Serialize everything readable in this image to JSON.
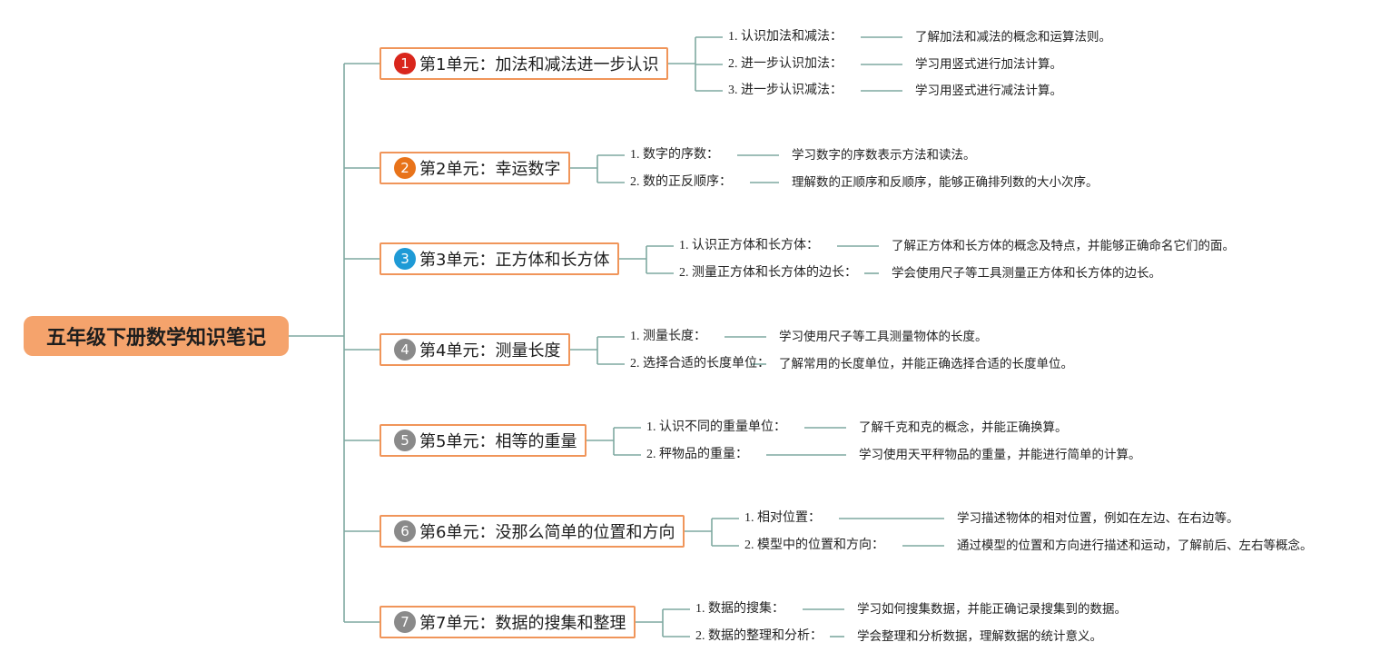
{
  "title": "五年级下册数学知识笔记",
  "colors": {
    "connector": "#7fa8a0",
    "unit_border": "#f0955a",
    "root_fill": "#f5a36c"
  },
  "units": [
    {
      "num": "1",
      "label": "第1单元：加法和减法进一步认识",
      "badge_color": "#d9261c",
      "topics": [
        {
          "name": "1. 认识加法和减法：",
          "desc": "了解加法和减法的概念和运算法则。"
        },
        {
          "name": "2. 进一步认识加法：",
          "desc": "学习用竖式进行加法计算。"
        },
        {
          "name": "3. 进一步认识减法：",
          "desc": "学习用竖式进行减法计算。"
        }
      ]
    },
    {
      "num": "2",
      "label": "第2单元：幸运数字",
      "badge_color": "#e8731a",
      "topics": [
        {
          "name": "1. 数字的序数：",
          "desc": "学习数字的序数表示方法和读法。"
        },
        {
          "name": "2. 数的正反顺序：",
          "desc": "理解数的正顺序和反顺序，能够正确排列数的大小次序。"
        }
      ]
    },
    {
      "num": "3",
      "label": "第3单元：正方体和长方体",
      "badge_color": "#1e9ad6",
      "topics": [
        {
          "name": "1. 认识正方体和长方体：",
          "desc": "了解正方体和长方体的概念及特点，并能够正确命名它们的面。"
        },
        {
          "name": "2. 测量正方体和长方体的边长：",
          "desc": "学会使用尺子等工具测量正方体和长方体的边长。"
        }
      ]
    },
    {
      "num": "4",
      "label": "第4单元：测量长度",
      "badge_color": "#8a8a8a",
      "topics": [
        {
          "name": "1. 测量长度：",
          "desc": "学习使用尺子等工具测量物体的长度。"
        },
        {
          "name": "2. 选择合适的长度单位：",
          "desc": "了解常用的长度单位，并能正确选择合适的长度单位。"
        }
      ]
    },
    {
      "num": "5",
      "label": "第5单元：相等的重量",
      "badge_color": "#8a8a8a",
      "topics": [
        {
          "name": "1. 认识不同的重量单位：",
          "desc": "了解千克和克的概念，并能正确换算。"
        },
        {
          "name": "2. 秤物品的重量：",
          "desc": "学习使用天平秤物品的重量，并能进行简单的计算。"
        }
      ]
    },
    {
      "num": "6",
      "label": "第6单元：没那么简单的位置和方向",
      "badge_color": "#8a8a8a",
      "topics": [
        {
          "name": "1. 相对位置：",
          "desc": "学习描述物体的相对位置，例如在左边、在右边等。"
        },
        {
          "name": "2. 模型中的位置和方向：",
          "desc": "通过模型的位置和方向进行描述和运动，了解前后、左右等概念。"
        }
      ]
    },
    {
      "num": "7",
      "label": "第7单元：数据的搜集和整理",
      "badge_color": "#8a8a8a",
      "topics": [
        {
          "name": "1. 数据的搜集：",
          "desc": "学习如何搜集数据，并能正确记录搜集到的数据。"
        },
        {
          "name": "2. 数据的整理和分析：",
          "desc": "学会整理和分析数据，理解数据的统计意义。"
        }
      ]
    }
  ]
}
